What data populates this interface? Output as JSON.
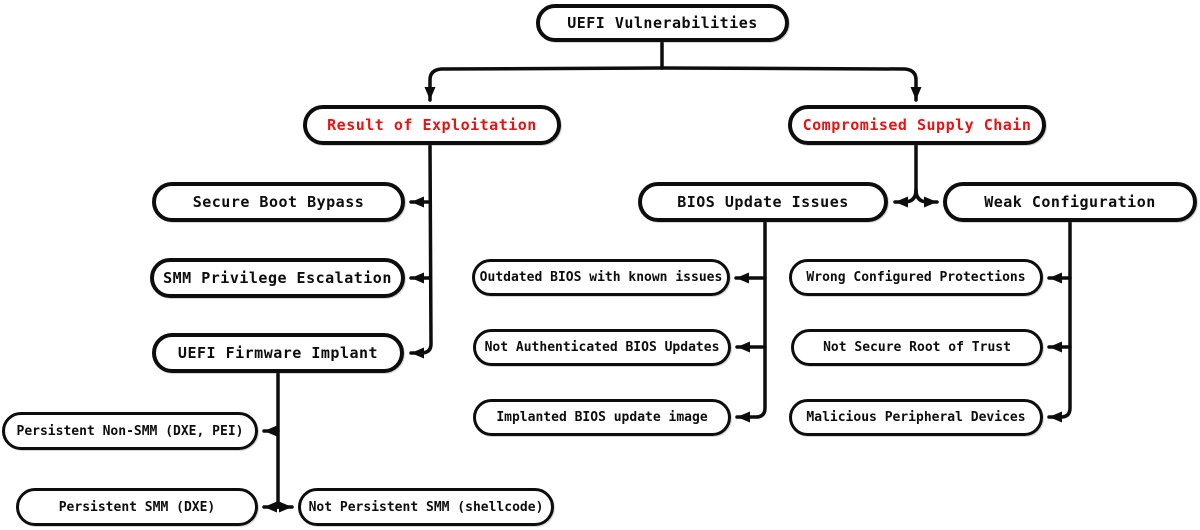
{
  "diagram": {
    "title": "UEFI Vulnerabilities",
    "colors": {
      "background": "#ffffff",
      "node_fill": "#ffffff",
      "node_border": "#0d0d0d",
      "node_text": "#0d0d0d",
      "highlight_text": "#ed1111",
      "connector": "#0d0d0d"
    },
    "nodes": {
      "root": {
        "label": "UEFI Vulnerabilities"
      },
      "result_of_exploitation": {
        "label": "Result of Exploitation",
        "highlight": "red"
      },
      "compromised_supply_chain": {
        "label": "Compromised Supply Chain",
        "highlight": "red"
      },
      "secure_boot_bypass": {
        "label": "Secure Boot Bypass"
      },
      "smm_privilege_escalation": {
        "label": "SMM Privilege Escalation"
      },
      "uefi_firmware_implant": {
        "label": "UEFI Firmware Implant"
      },
      "persistent_non_smm": {
        "label": "Persistent Non-SMM (DXE, PEI)"
      },
      "persistent_smm": {
        "label": "Persistent SMM (DXE)"
      },
      "not_persistent_smm": {
        "label": "Not Persistent SMM (shellcode)"
      },
      "bios_update_issues": {
        "label": "BIOS Update Issues"
      },
      "weak_configuration": {
        "label": "Weak Configuration"
      },
      "outdated_bios": {
        "label": "Outdated BIOS with known issues"
      },
      "not_authenticated_bios": {
        "label": "Not Authenticated BIOS Updates"
      },
      "implanted_bios": {
        "label": "Implanted BIOS update image"
      },
      "wrong_configured_protections": {
        "label": "Wrong Configured Protections"
      },
      "not_secure_root_of_trust": {
        "label": "Not Secure Root of Trust"
      },
      "malicious_peripheral_devices": {
        "label": "Malicious Peripheral Devices"
      }
    },
    "edges": [
      {
        "from": "root",
        "to": "result_of_exploitation"
      },
      {
        "from": "root",
        "to": "compromised_supply_chain"
      },
      {
        "from": "result_of_exploitation",
        "to": "secure_boot_bypass"
      },
      {
        "from": "result_of_exploitation",
        "to": "smm_privilege_escalation"
      },
      {
        "from": "result_of_exploitation",
        "to": "uefi_firmware_implant"
      },
      {
        "from": "compromised_supply_chain",
        "to": "bios_update_issues"
      },
      {
        "from": "compromised_supply_chain",
        "to": "weak_configuration"
      },
      {
        "from": "uefi_firmware_implant",
        "to": "persistent_non_smm"
      },
      {
        "from": "uefi_firmware_implant",
        "to": "persistent_smm"
      },
      {
        "from": "uefi_firmware_implant",
        "to": "not_persistent_smm"
      },
      {
        "from": "bios_update_issues",
        "to": "outdated_bios"
      },
      {
        "from": "bios_update_issues",
        "to": "not_authenticated_bios"
      },
      {
        "from": "bios_update_issues",
        "to": "implanted_bios"
      },
      {
        "from": "weak_configuration",
        "to": "wrong_configured_protections"
      },
      {
        "from": "weak_configuration",
        "to": "not_secure_root_of_trust"
      },
      {
        "from": "weak_configuration",
        "to": "malicious_peripheral_devices"
      }
    ]
  }
}
